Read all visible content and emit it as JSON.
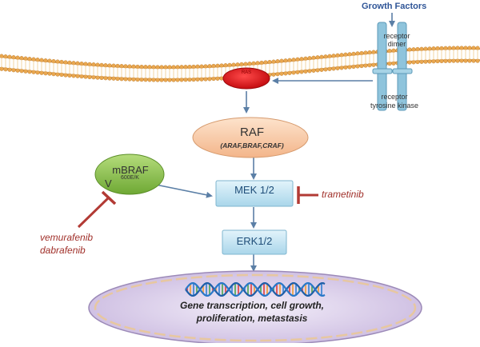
{
  "growth_factors": "Growth Factors",
  "receptor_dimer": "receptor dimer",
  "receptor_tyrosine_kinase": "receptor tyrosine kinase",
  "ras": "RAS",
  "raf": {
    "title": "RAF",
    "subtitle": "(ARAF,BRAF,CRAF)"
  },
  "mbraf": {
    "title": "mBRAF",
    "mutation_base": "V",
    "mutation_sup": "600E/K"
  },
  "mek": "MEK 1/2",
  "erk": "ERK1/2",
  "inhibitors": {
    "trametinib": "trametinib",
    "vemurafenib": "vemurafenib",
    "dabrafenib": "dabrafenib"
  },
  "nucleus_text": {
    "line1": "Gene transcription, cell growth,",
    "line2": "proliferation, metastasis"
  },
  "colors": {
    "ras": "#e0161b",
    "raf": "#f7c49c",
    "mbraf": "#8dc04a",
    "kinase_box": "#bfe3f2",
    "arrow": "#5b7fa6",
    "inhibitor": "#b23a34",
    "receptor": "#8fc4dc",
    "nucleus": "#d9cde8"
  }
}
